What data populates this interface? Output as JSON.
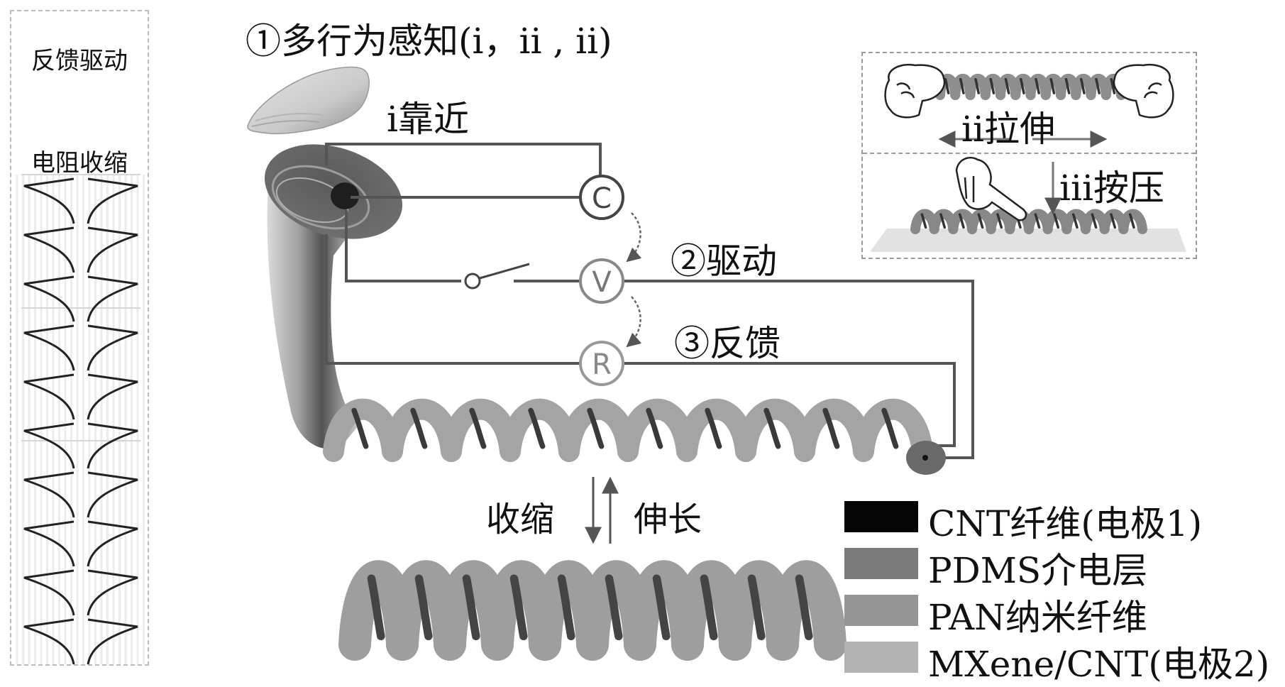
{
  "left_panel": {
    "title_top": "反馈驱动",
    "title_bottom": "电阻收缩",
    "waveform_cycles": 10
  },
  "header": {
    "step1_label": "①多行为感知(i，ii , ii)",
    "approach_label": "i靠近"
  },
  "inset": {
    "stretch_label": "ii拉伸",
    "press_label": "iii按压"
  },
  "circuit": {
    "capacitance_symbol": "C",
    "voltage_symbol": "V",
    "resistance_symbol": "R",
    "step2_label": "②驱动",
    "step3_label": "③反馈"
  },
  "transition": {
    "contract_label": "收缩",
    "extend_label": "伸长"
  },
  "legend": {
    "items": [
      {
        "label": "CNT纤维(电极1)",
        "color": "#050505"
      },
      {
        "label": "PDMS介电层",
        "color": "#7a7a7a"
      },
      {
        "label": "PAN纳米纤维",
        "color": "#959595"
      },
      {
        "label": "MXene/CNT(电极2)",
        "color": "#b2b2b2"
      }
    ]
  }
}
